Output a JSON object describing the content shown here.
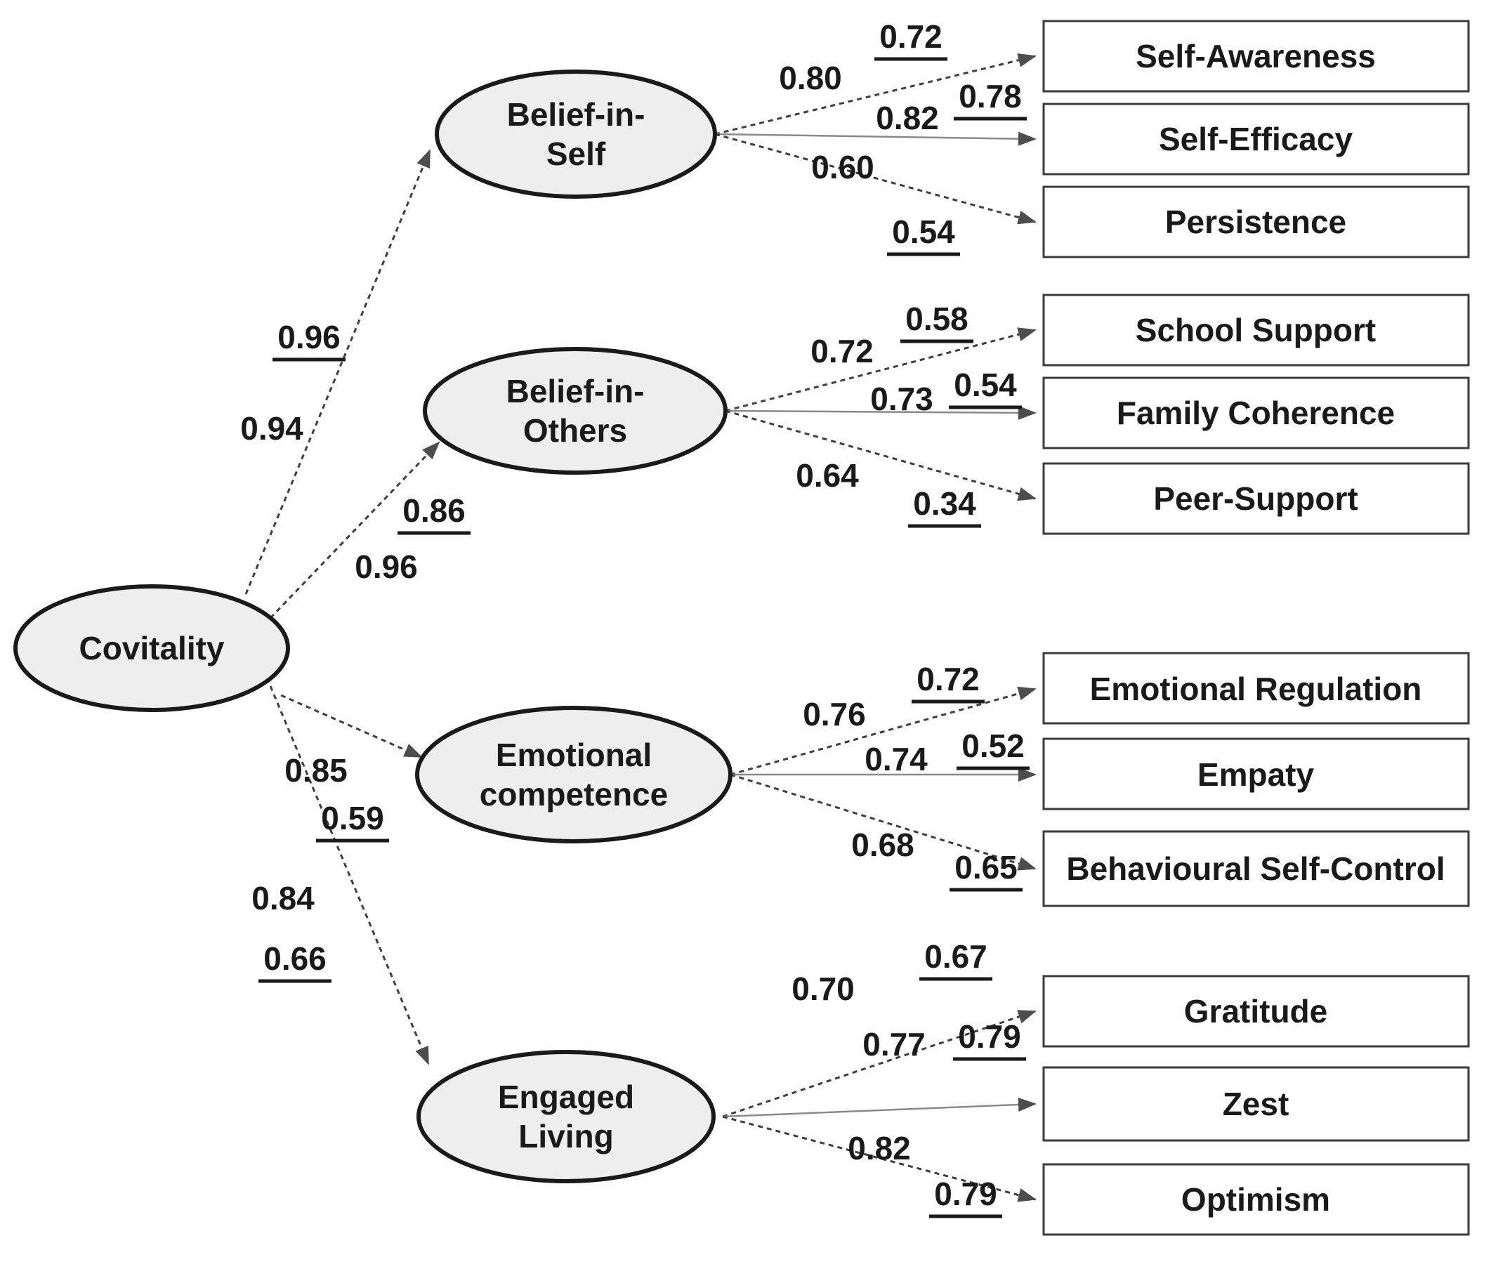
{
  "colors": {
    "background": "#ffffff",
    "node_fill": "#eeeeee",
    "node_stroke": "#1a1a1a",
    "box_stroke": "#3c3c3c",
    "arrow_dark": "#3f3f3f",
    "arrow_soft": "#8a8a8a",
    "text": "#1a1a1a"
  },
  "root": {
    "label": "Covitality"
  },
  "root_paths": [
    {
      "factor": "Belief-in-Self",
      "underlined": "0.96",
      "plain": "0.94"
    },
    {
      "factor": "Belief-in-Others",
      "underlined": "0.86",
      "plain": "0.96"
    },
    {
      "factor": "Emotional competence",
      "plain": "0.85",
      "underlined": "0.59"
    },
    {
      "factor": "Engaged Living",
      "plain": "0.84",
      "underlined": "0.66"
    }
  ],
  "factors": [
    {
      "label_lines": [
        "Belief-in-",
        "Self"
      ],
      "indicators": [
        {
          "label": "Self-Awareness",
          "plain": "0.80",
          "underlined": "0.72"
        },
        {
          "label": "Self-Efficacy",
          "plain": "0.82",
          "underlined": "0.78"
        },
        {
          "label": "Persistence",
          "plain": "0.60",
          "underlined": "0.54"
        }
      ]
    },
    {
      "label_lines": [
        "Belief-in-",
        "Others"
      ],
      "indicators": [
        {
          "label": "School Support",
          "plain": "0.72",
          "underlined": "0.58"
        },
        {
          "label": "Family Coherence",
          "plain": "0.73",
          "underlined": "0.54"
        },
        {
          "label": "Peer-Support",
          "plain": "0.64",
          "underlined": "0.34"
        }
      ]
    },
    {
      "label_lines": [
        "Emotional",
        "competence"
      ],
      "indicators": [
        {
          "label": "Emotional Regulation",
          "plain": "0.76",
          "underlined": "0.72"
        },
        {
          "label": "Empaty",
          "plain": "0.74",
          "underlined": "0.52"
        },
        {
          "label": "Behavioural Self-Control",
          "plain": "0.68",
          "underlined": "0.65"
        }
      ]
    },
    {
      "label_lines": [
        "Engaged",
        "Living"
      ],
      "indicators": [
        {
          "label": "Gratitude",
          "plain": "0.70",
          "underlined": "0.67"
        },
        {
          "label": "Zest",
          "plain": "0.77",
          "underlined": "0.79"
        },
        {
          "label": "Optimism",
          "plain": "0.82",
          "underlined": "0.79"
        }
      ]
    }
  ]
}
